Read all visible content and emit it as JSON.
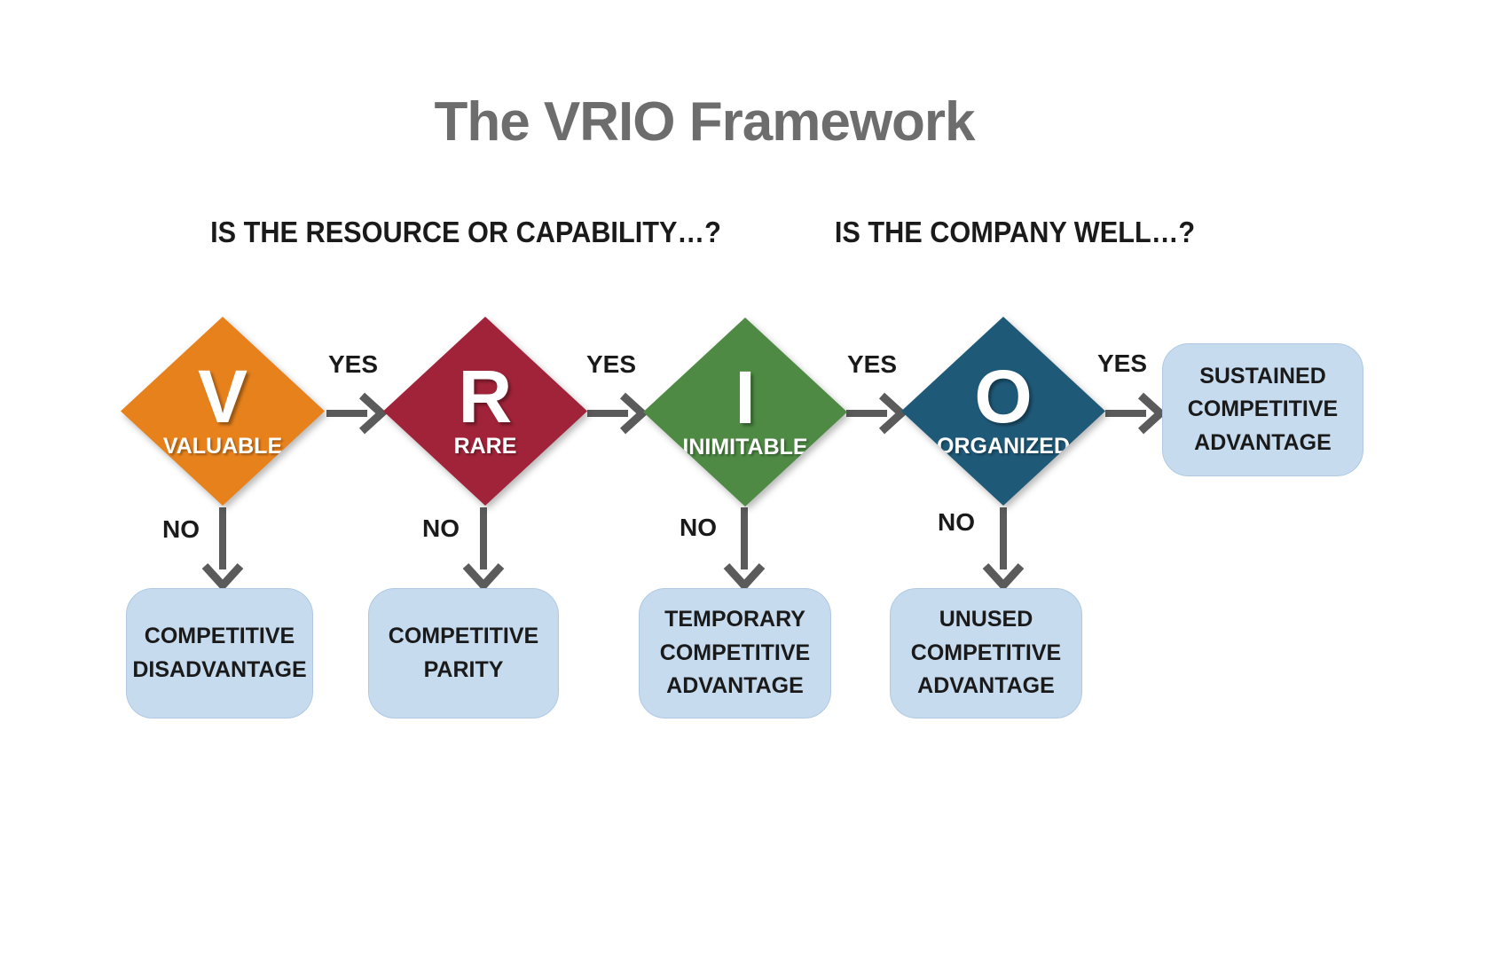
{
  "title": "The VRIO Framework",
  "headings": {
    "left": "IS THE RESOURCE OR CAPABILITY…?",
    "right": "IS THE COMPANY WELL…?"
  },
  "labels": {
    "yes": "YES",
    "no": "NO"
  },
  "diamonds": [
    {
      "letter": "V",
      "word": "VALUABLE"
    },
    {
      "letter": "R",
      "word": "RARE"
    },
    {
      "letter": "I",
      "word": "INIMITABLE"
    },
    {
      "letter": "O",
      "word": "ORGANIZED"
    }
  ],
  "outcomes": {
    "no": [
      "COMPETITIVE DISADVANTAGE",
      "COMPETITIVE PARITY",
      "TEMPORARY COMPETITIVE ADVANTAGE",
      "UNUSED COMPETITIVE ADVANTAGE"
    ],
    "yes": "SUSTAINED COMPETITIVE ADVANTAGE"
  },
  "colors": {
    "valuable": "#E6811C",
    "rare": "#A12339",
    "inimitable": "#4E8A44",
    "organized": "#1F5978",
    "outcome-fill": "#C7DBEF",
    "outcome-border": "#AFC9E5",
    "arrow": "#5B5B5B",
    "title-text": "#6D6D6D",
    "text": "#1A1A1A"
  }
}
